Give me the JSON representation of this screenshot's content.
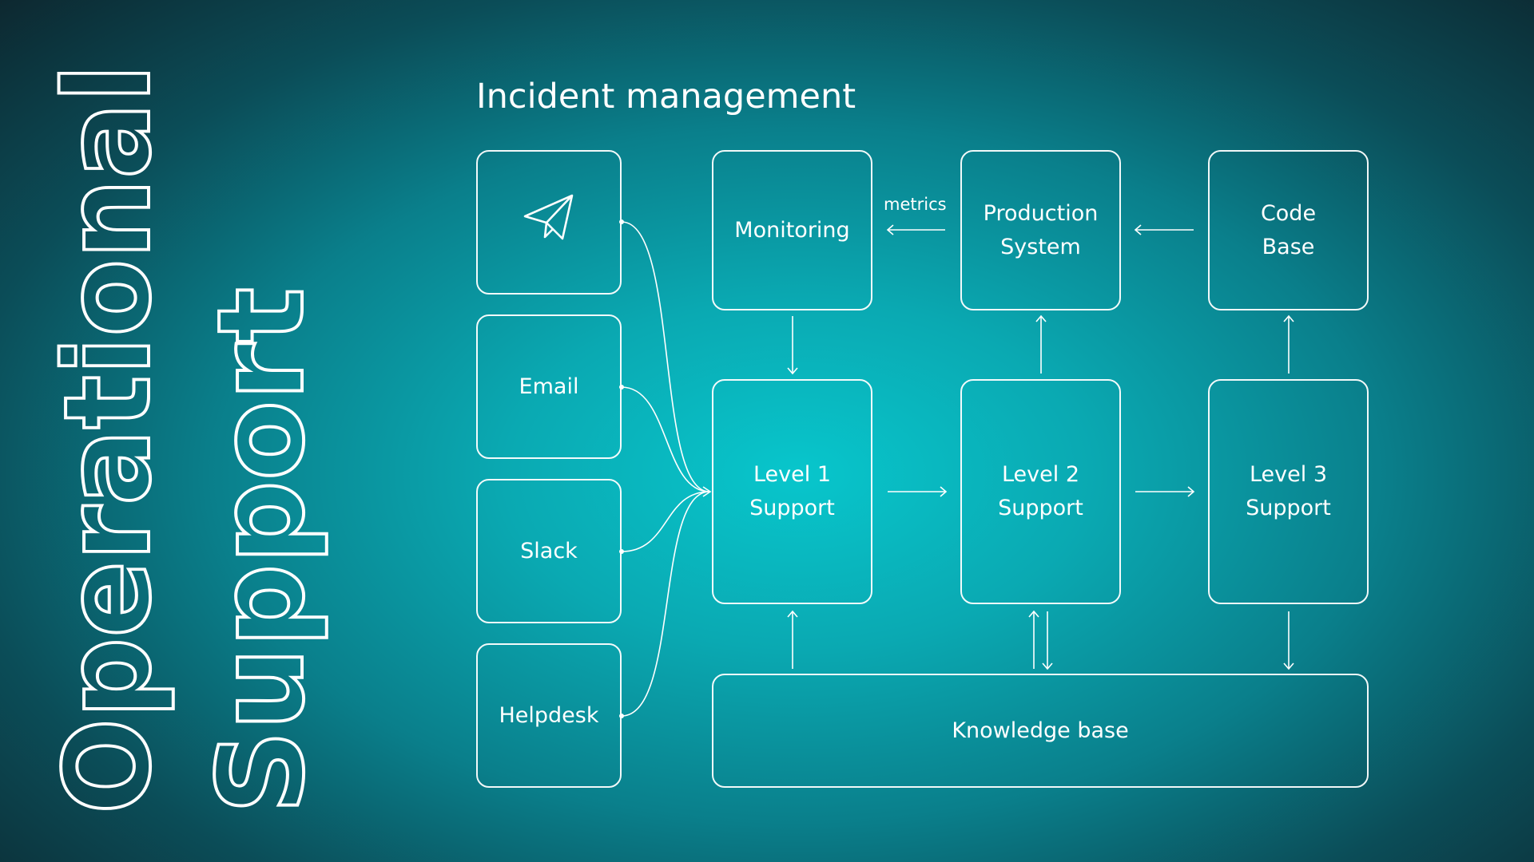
{
  "side_title": {
    "line1": "Operational",
    "line2": "Support"
  },
  "heading": "Incident management",
  "channels": {
    "telegram_icon": "paper-plane-icon",
    "email": "Email",
    "slack": "Slack",
    "helpdesk": "Helpdesk"
  },
  "nodes": {
    "monitoring": "Monitoring",
    "production_system": "Production\nSystem",
    "code_base": "Code\nBase",
    "level1": "Level 1\nSupport",
    "level2": "Level 2\nSupport",
    "level3": "Level 3\nSupport",
    "knowledge_base": "Knowledge base"
  },
  "edge_labels": {
    "metrics": "metrics"
  },
  "colors": {
    "line": "#ffffff",
    "bg_center": "#08c6cc",
    "bg_edge": "#0d2830"
  }
}
